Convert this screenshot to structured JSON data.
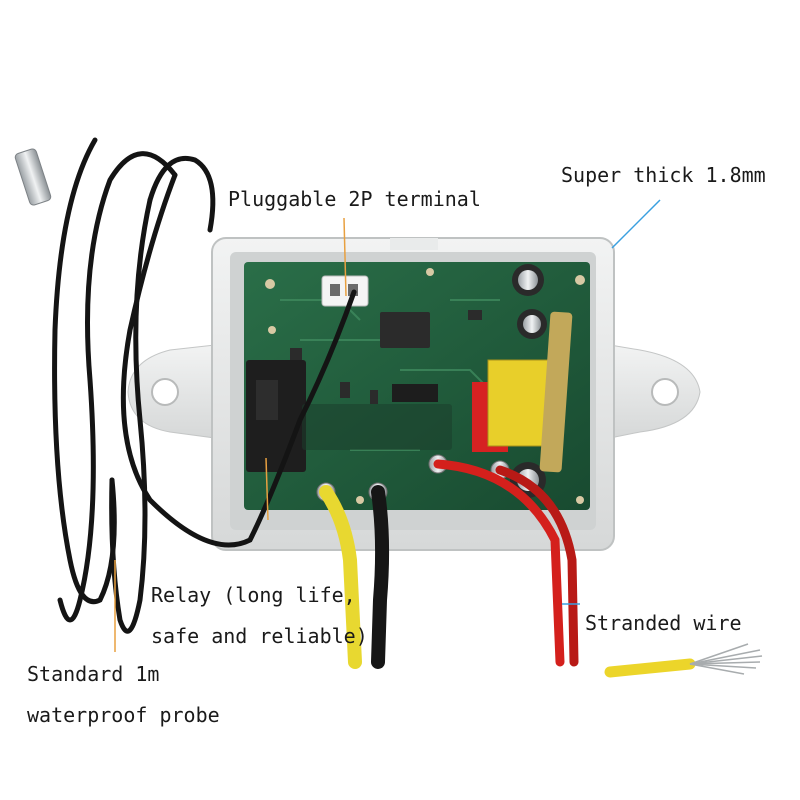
{
  "labels": {
    "terminal": "Pluggable 2P terminal",
    "thickness": "Super thick 1.8mm",
    "relay_line1": "Relay (long life,",
    "relay_line2": "safe and reliable)",
    "wire": "Stranded wire",
    "probe_line1": "Standard 1m",
    "probe_line2": "waterproof probe"
  },
  "colors": {
    "leader_line": "#e8a040",
    "leader_line_blue": "#3aa0e0",
    "pcb": "#1f5a3a",
    "enclosure": "#e4e6e6"
  }
}
